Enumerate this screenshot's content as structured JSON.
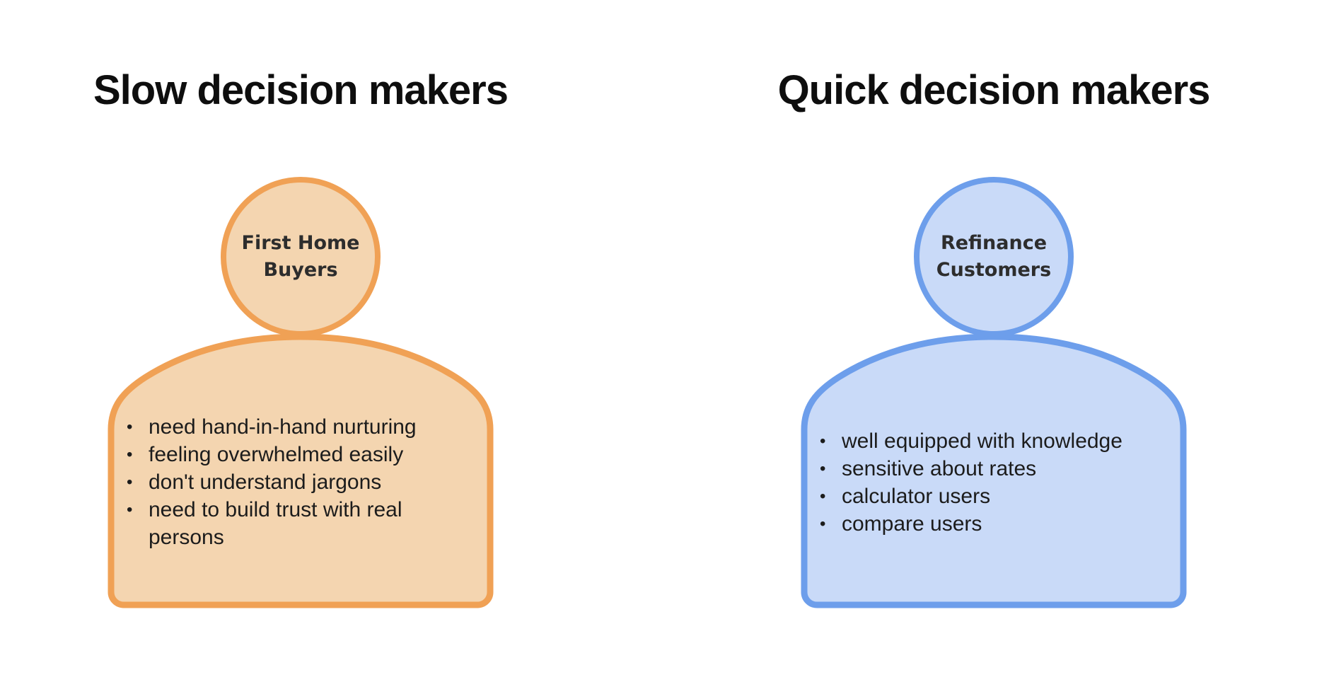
{
  "background_color": "#FFFFFF",
  "personas": [
    {
      "heading": "Slow decision makers",
      "circle_label": "First Home Buyers",
      "bullets": [
        "need hand-in-hand nurturing",
        "feeling overwhelmed easily",
        "don't understand jargons",
        "need to build trust with real persons"
      ],
      "colors": {
        "fill": "#F4D5B0",
        "border": "#F0A155",
        "text": "#1C1C1C",
        "heading": "#0E0E0E"
      }
    },
    {
      "heading": "Quick decision makers",
      "circle_label": "Refinance Customers",
      "bullets": [
        "well equipped with knowledge",
        "sensitive about rates",
        "calculator users",
        "compare users"
      ],
      "colors": {
        "fill": "#C9DAF8",
        "border": "#6D9EEB",
        "text": "#1C1C1C",
        "heading": "#0E0E0E"
      }
    }
  ]
}
